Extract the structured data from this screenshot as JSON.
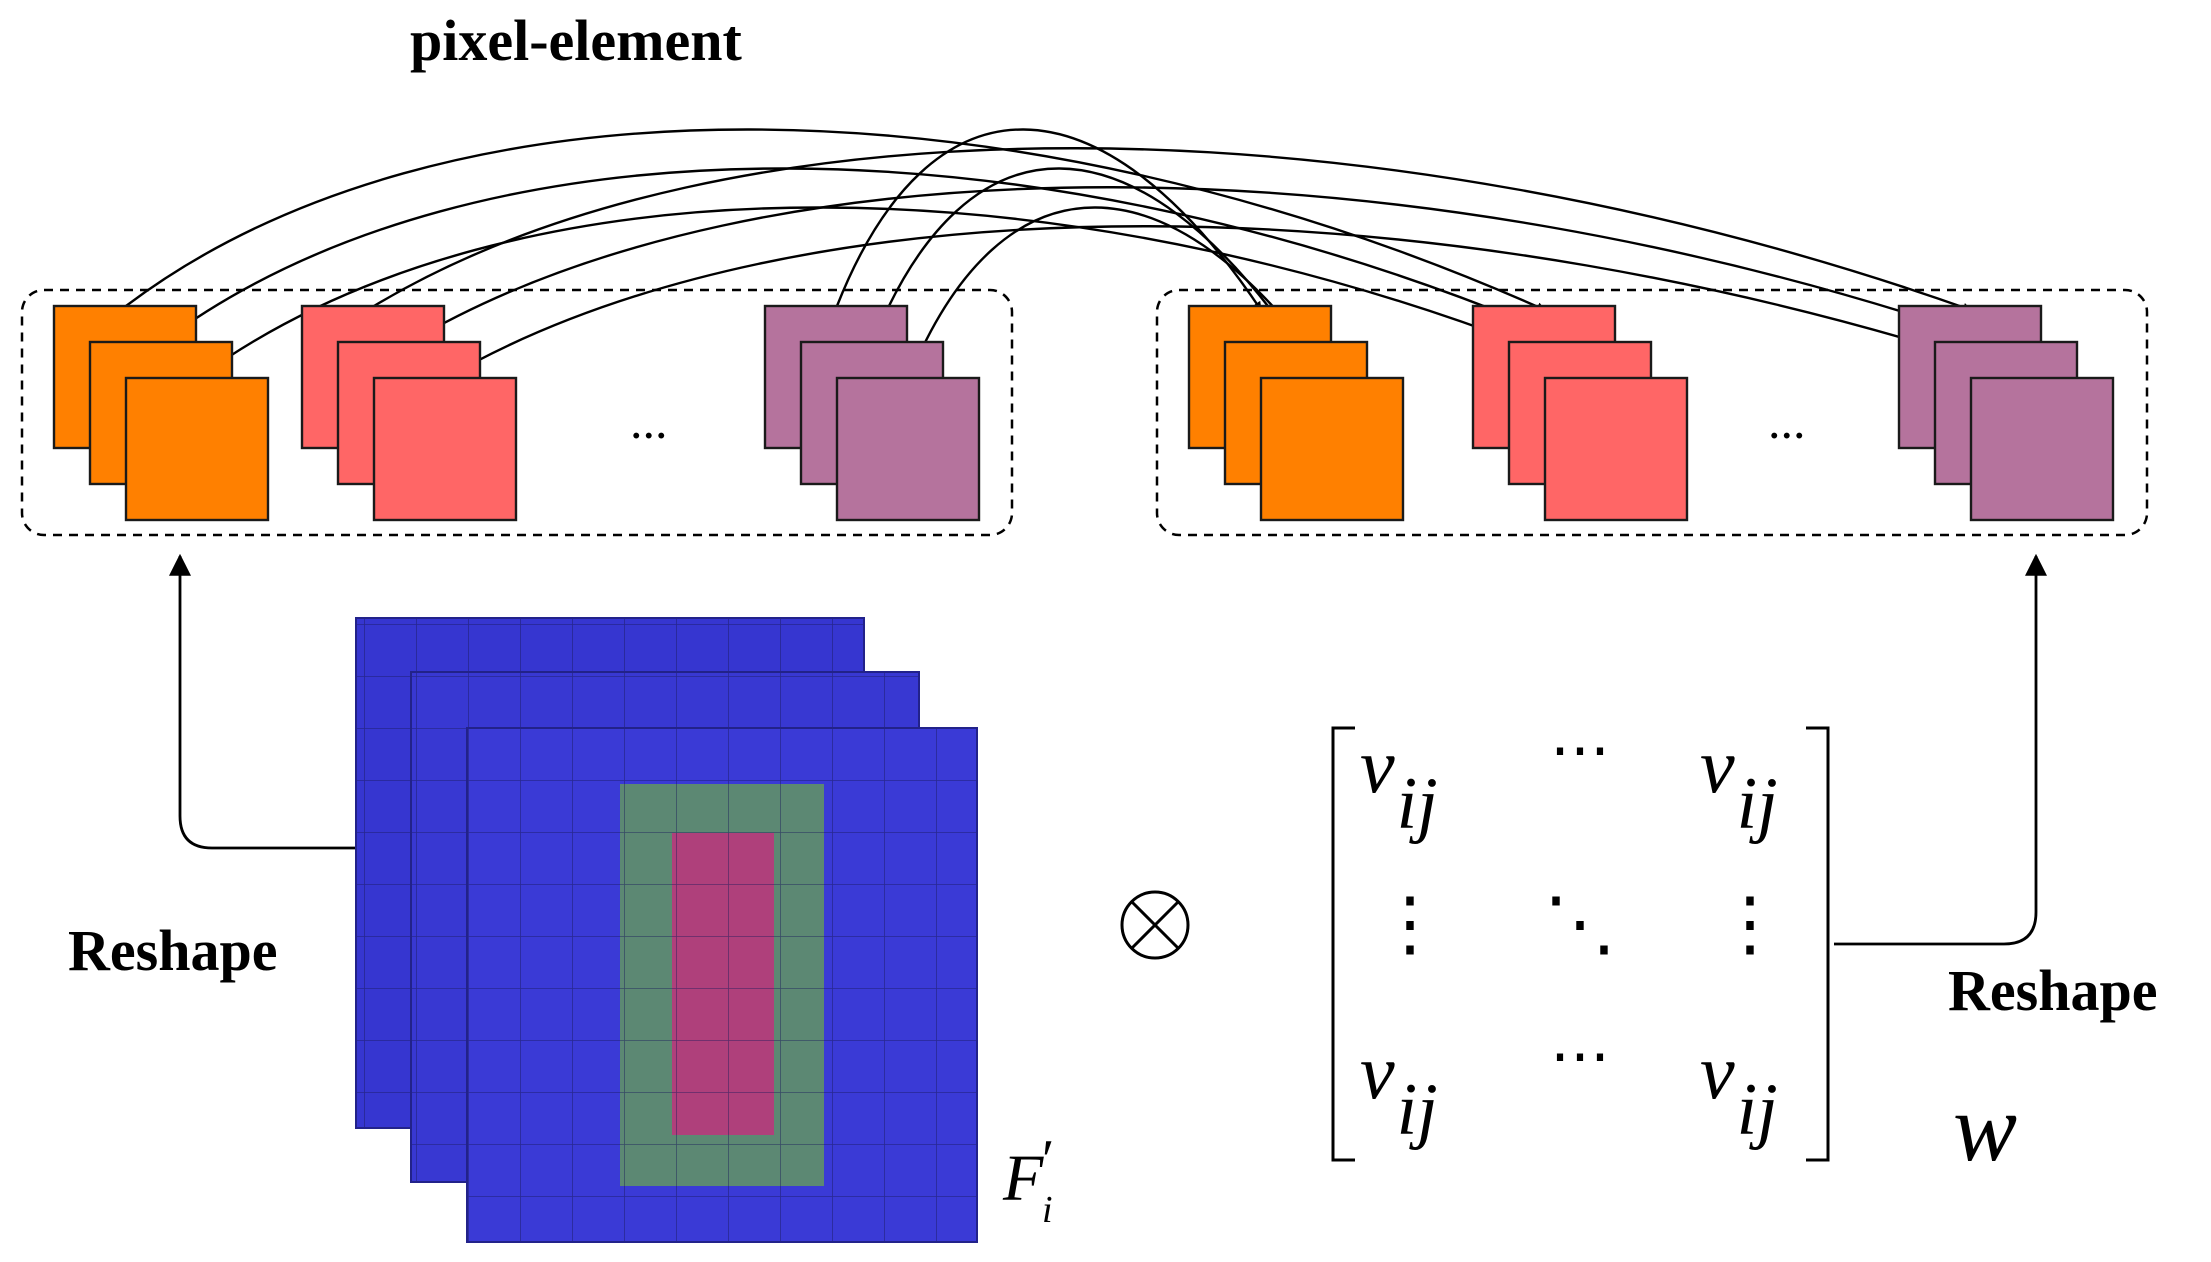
{
  "title": "pixel-element",
  "left_reshape_label": "Reshape",
  "right_reshape_label": "Reshape",
  "ellipsis": "...",
  "feature_map_label": {
    "base": "F",
    "prime": "′",
    "subscript": "i"
  },
  "operator_symbol": "⊗",
  "matrix": {
    "entry_base": "v",
    "entry_subscript": "ij",
    "row_dots": "⋯",
    "col_dots": "⋮",
    "diag_dots": "⋱"
  },
  "weight_label": "w",
  "colors": {
    "group_orange": "#ff8000",
    "group_red": "#ff6666",
    "group_purple": "#b5739d",
    "feature_map_blue": "#3a3ad6",
    "region_green": "#5a8a6a",
    "region_magenta": "#b83a7a"
  }
}
